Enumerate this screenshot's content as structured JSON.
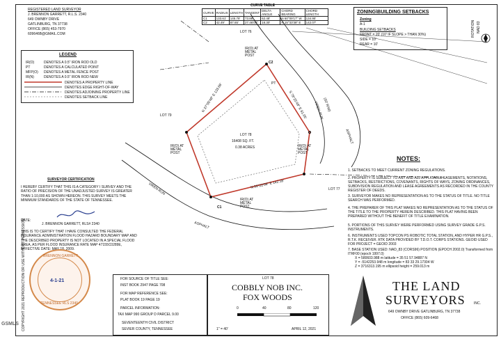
{
  "surveyor_block": {
    "lines": [
      "REGISTERED LAND SURVEYOR",
      "J. BRENNON GARRETT, R.L.S. 2340",
      "649 OWNBY DRIVE",
      "GATLINBURG, TN 37738",
      "OFFICE (865) 453-7970",
      "609646B@GMAIL.COM"
    ]
  },
  "curve_table": {
    "title": "CURVE TABLE",
    "headers": [
      "CURVE",
      "RADIUS",
      "LENGTH",
      "TANGENT",
      "DELTA ANGLE",
      "CHORD BEARING",
      "CHORD LENGTH"
    ],
    "rows": [
      [
        "C1",
        "133.61'",
        "145.78'",
        "73.86'",
        "62.48'",
        "N 60°09'17\" W",
        "134.95'"
      ],
      [
        "C2",
        "42.49'",
        "87.65'",
        "27.46'08\"",
        "18.30'",
        "N 15°33'38\" E",
        "142.07'"
      ]
    ]
  },
  "zoning": {
    "title": "ZONING\\BUILDING SETBACKS",
    "zoning_label": "Zoning",
    "zone": "A-1",
    "setbacks_label": "BUILDING SETBACKS",
    "front": "FRONT = 20' (10' IF SLOPE > THAN 30%)",
    "side": "SIDE = 10'",
    "rear": "REAR = 10'"
  },
  "legend": {
    "title": "LEGEND",
    "items": [
      {
        "sym": "IR(O)",
        "text": "DENOTES A 0.5\" IRON ROD OLD"
      },
      {
        "sym": "PT",
        "text": "DENOTES A CALCULATED POINT"
      },
      {
        "sym": "MFP(O)",
        "text": "DENOTES A METAL FENCE POST"
      },
      {
        "sym": "IR(N)",
        "text": "DENOTES A 0.5\" IRON ROD NEW"
      },
      {
        "sym": "",
        "text": "DENOTES A PROPERTY LINE"
      },
      {
        "sym": "",
        "text": "DENOTES EDGE RIGHT-OF-WAY"
      },
      {
        "sym": "",
        "text": "DENOTES ADJOINING PROPERTY LINE"
      },
      {
        "sym": "",
        "text": "DENOTES SETBACK LINE"
      }
    ]
  },
  "plan": {
    "lot76": "LOT 76",
    "lot77": "LOT 77",
    "lot79": "LOT 79",
    "lot78_name": "LOT 78",
    "lot78_area": "16408 SQ. FT.",
    "lot78_acres": "0.38 ACRES",
    "viren_run_1": "VIREN RUN",
    "viren_run_2": "VIREN RUN",
    "asphalt_1": "ASPHALT",
    "asphalt_2": "ASPHALT",
    "iro_top": "IR(O) AT METAL POST",
    "iro_left": "IR(O) AT METAL POST",
    "iro_right": "IR(O) AT METAL POST",
    "iro_bottom": "IR(O) AT METAL POST",
    "bearing_top": "N 37°05'48\" E 133.66'",
    "bearing_right": "S 79°25'48\" E 81.05'",
    "bearing_bottom": "N 55°22'06\" E 142.18'",
    "c1": "C1",
    "c2": "C2",
    "row_dim": "(50' R/W)",
    "pt": "PT"
  },
  "north": {
    "label1": "ROTATION",
    "label2": "NAD 83"
  },
  "notes": {
    "title": "NOTES:",
    "items": [
      "1. SETBACKS TO MEET CURRENT ZONING REGULATIONS.",
      "2. PROPERTY IS SUBJECT TO ANY AND ALL APPLICABLE EASEMENTS, NOTATIONS, SETBACKS, RESTRICTIONS, COVENANTS, RIGHTS OF WAYS, ZONING ORDINANCES, SUBDIVISION REGULATION AND LEASE AGREEMENTS AS RECORDED IN THE COUNTY REGISTER OF DEEDS.",
      "3. SURVEYOR MAKES NO REPRESENTATION AS TO THE STATUS OF TITLE. NO TITLE SEARCH WAS PERFORMED.",
      "4. THE PREPARER OF THIS PLAT MAKES NO REPRESENTATION AS TO THE STATUS OF THE TITLE TO THE PROPERTY HEREIN DESCRIBED. THIS PLAT HAVING BEEN PREPARED WITHOUT THE BENEFIT OF TITLE EXAMINATION.",
      "5. PORTIONS OF THIS SURVEY WERE PERFORMED USING SURVEY GRADE G.P.S. INSTRUMENTS.",
      "6. INSTRUMENTS USED TOPCON PS ROBOTIC TOTAL STATION, AND HYPER HR G.P.S., R.T.K. RECEIVER. RTK DATA PROVIDED BY T.D.O.T. CORPS STATIONS. GEOID USED FOR PROJECT = GEOID 2003",
      "7. BASE STATION USED: NAD_83 (CORS96) POSITION (EPOCH 2002.0) Transformed from ITRF00 (epoch 1997.0)",
      "X = 580603.988 m latitude = 35 51 57.94887 N",
      "Y = -5142253.948 m longitude = 83 33 29.17304 W",
      "Z = 3716313.195 m ellipsoid height = 259.013 m"
    ]
  },
  "certification": {
    "title": "SURVEYOR CERTIFICATION",
    "text": "I HEREBY CERTIFY THAT THIS IS A CATEGORY I SURVEY AND THE RATIO OF PRECISION OF THE UNADJUSTED SURVEY IS GREATER THAN 1:10,000 AS SHOWN HEREON. THIS SURVEY MEETS THE MINIMUM STANDARDS OF THE STATE OF TENNESSEE.",
    "date_label": "DATE:",
    "signer": "J. BRENNON GARRETT, RLS# 2340",
    "flood": "THIS IS TO CERTIFY THAT I HAVE CONSULTED THE FEDERAL INSURANCE ADMINISTRATION FLOOD HAZARD BOUNDARY MAP AND THE DESCRIBED PROPERTY IS NOT LOCATED IN A SPECIAL FLOOD AREA, AS PER FLOOD INSURANCE RATE MAP 47155C0289E, EFFECTIVE DATE: MAY 18, 2009."
  },
  "seal": {
    "top": "BRENNON GARRETT",
    "bottom": "TENNESSEE RLS 2340",
    "date": "4-1-21"
  },
  "copyright": "COPYRIGHT 2021 REPRODUCTION OR USE WITHOUT PERMISSION",
  "title_block": {
    "source_title_label": "FOR SOURCE OF TITLE SEE:",
    "source_title": "INST BOOK 2947 PAGE 708",
    "map_ref_label": "FOR MAP REFERENCE SEE:",
    "map_ref": "PLAT BOOK 19 PAGE 19",
    "parcel_label": "PARCEL INFORMATION:",
    "parcel": "TAX MAP 990 GROUP D PARCEL 9.00",
    "district": "SEVENTEENTH CIVIL DISTRICT",
    "county": "SEVIER COUNTY, TENNESSEE",
    "lot": "LOT 78",
    "owner": "COBBLY NOB INC.",
    "subdivision": "FOX WOODS",
    "scale_ticks": [
      "0",
      "40",
      "80",
      "120"
    ],
    "scale": "1\" = 40'",
    "date": "APRIL 12, 2021"
  },
  "company": {
    "name1": "THE LAND",
    "name2": "SURVEYORS",
    "suffix": "INC.",
    "address": "649 OWNBY DRIVE    GATLINBURG, TN 37738",
    "phone": "OFFICE (865) 609-6468"
  },
  "corner_tag": "GSMLS"
}
